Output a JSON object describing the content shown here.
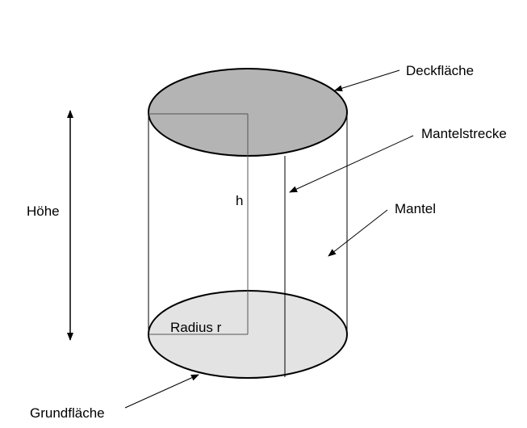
{
  "labels": {
    "top_face": "Deckfläche",
    "side_segment": "Mantelstrecke",
    "lateral_surface": "Mantel",
    "height_label": "Höhe",
    "height_symbol": "h",
    "radius": "Radius r",
    "base_face": "Grundfläche"
  },
  "colors": {
    "top_face_fill": "#b4b4b4",
    "base_face_fill": "#e3e3e3",
    "stroke": "#000000",
    "construction_line": "#555555"
  }
}
